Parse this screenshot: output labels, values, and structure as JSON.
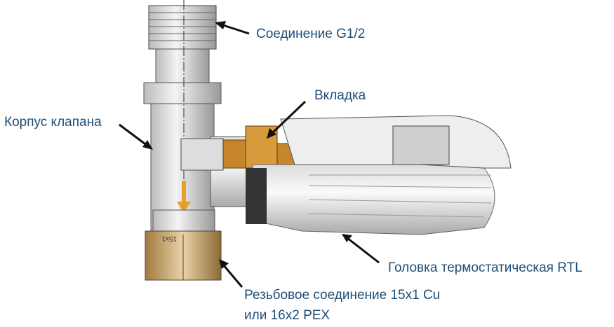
{
  "labels": {
    "connection": "Соединение G1/2",
    "insert": "Вкладка",
    "valve_body": "Корпус клапана",
    "thermo_head": "Головка термостатическая  RTL",
    "thread_line1": "Резьбовое соединение  15x1 Cu",
    "thread_line2": "или 16x2 PEX"
  },
  "fitting_marking": "15x1",
  "colors": {
    "label": "#1f4e79",
    "brass": "#c8862a",
    "arrow": "#e3a12b"
  }
}
